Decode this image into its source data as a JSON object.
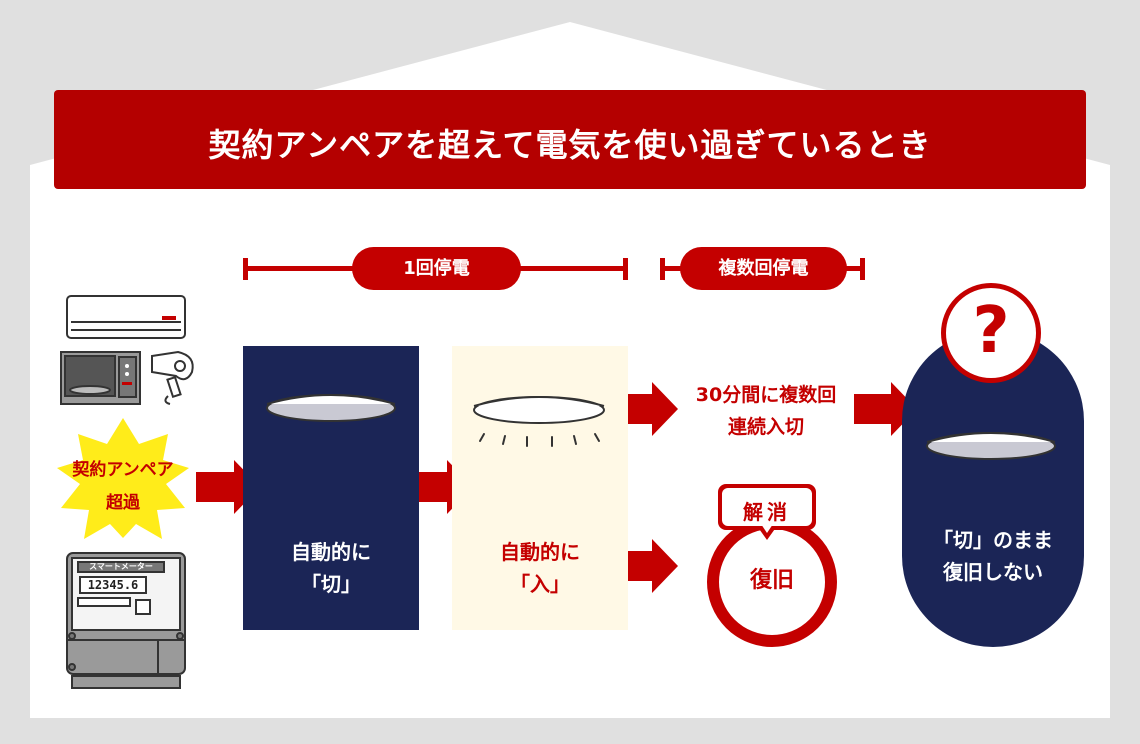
{
  "colors": {
    "red": "#b40000",
    "navy": "#1b2556",
    "cream": "#fff9e6",
    "background": "#e0e0e0",
    "panel": "#ffffff"
  },
  "header": {
    "title": "契約アンペアを超えて電気を使い過ぎているとき"
  },
  "timeline": {
    "single_label": "1回停電",
    "multiple_label": "複数回停電"
  },
  "burst": {
    "line1": "契約アンペア",
    "line2": "超過"
  },
  "meter": {
    "label": "スマートメーター",
    "reading": "12345.6"
  },
  "off_panel": {
    "line1": "自動的に",
    "line2": "「切」"
  },
  "on_panel": {
    "line1": "自動的に",
    "line2": "「入」"
  },
  "repeat_text": {
    "line1": "30分間に複数回",
    "line2": "連続入切"
  },
  "recover": {
    "tag": "解消",
    "label": "復旧"
  },
  "final": {
    "line1": "「切」のまま",
    "line2": "復旧しない",
    "question": "?"
  }
}
